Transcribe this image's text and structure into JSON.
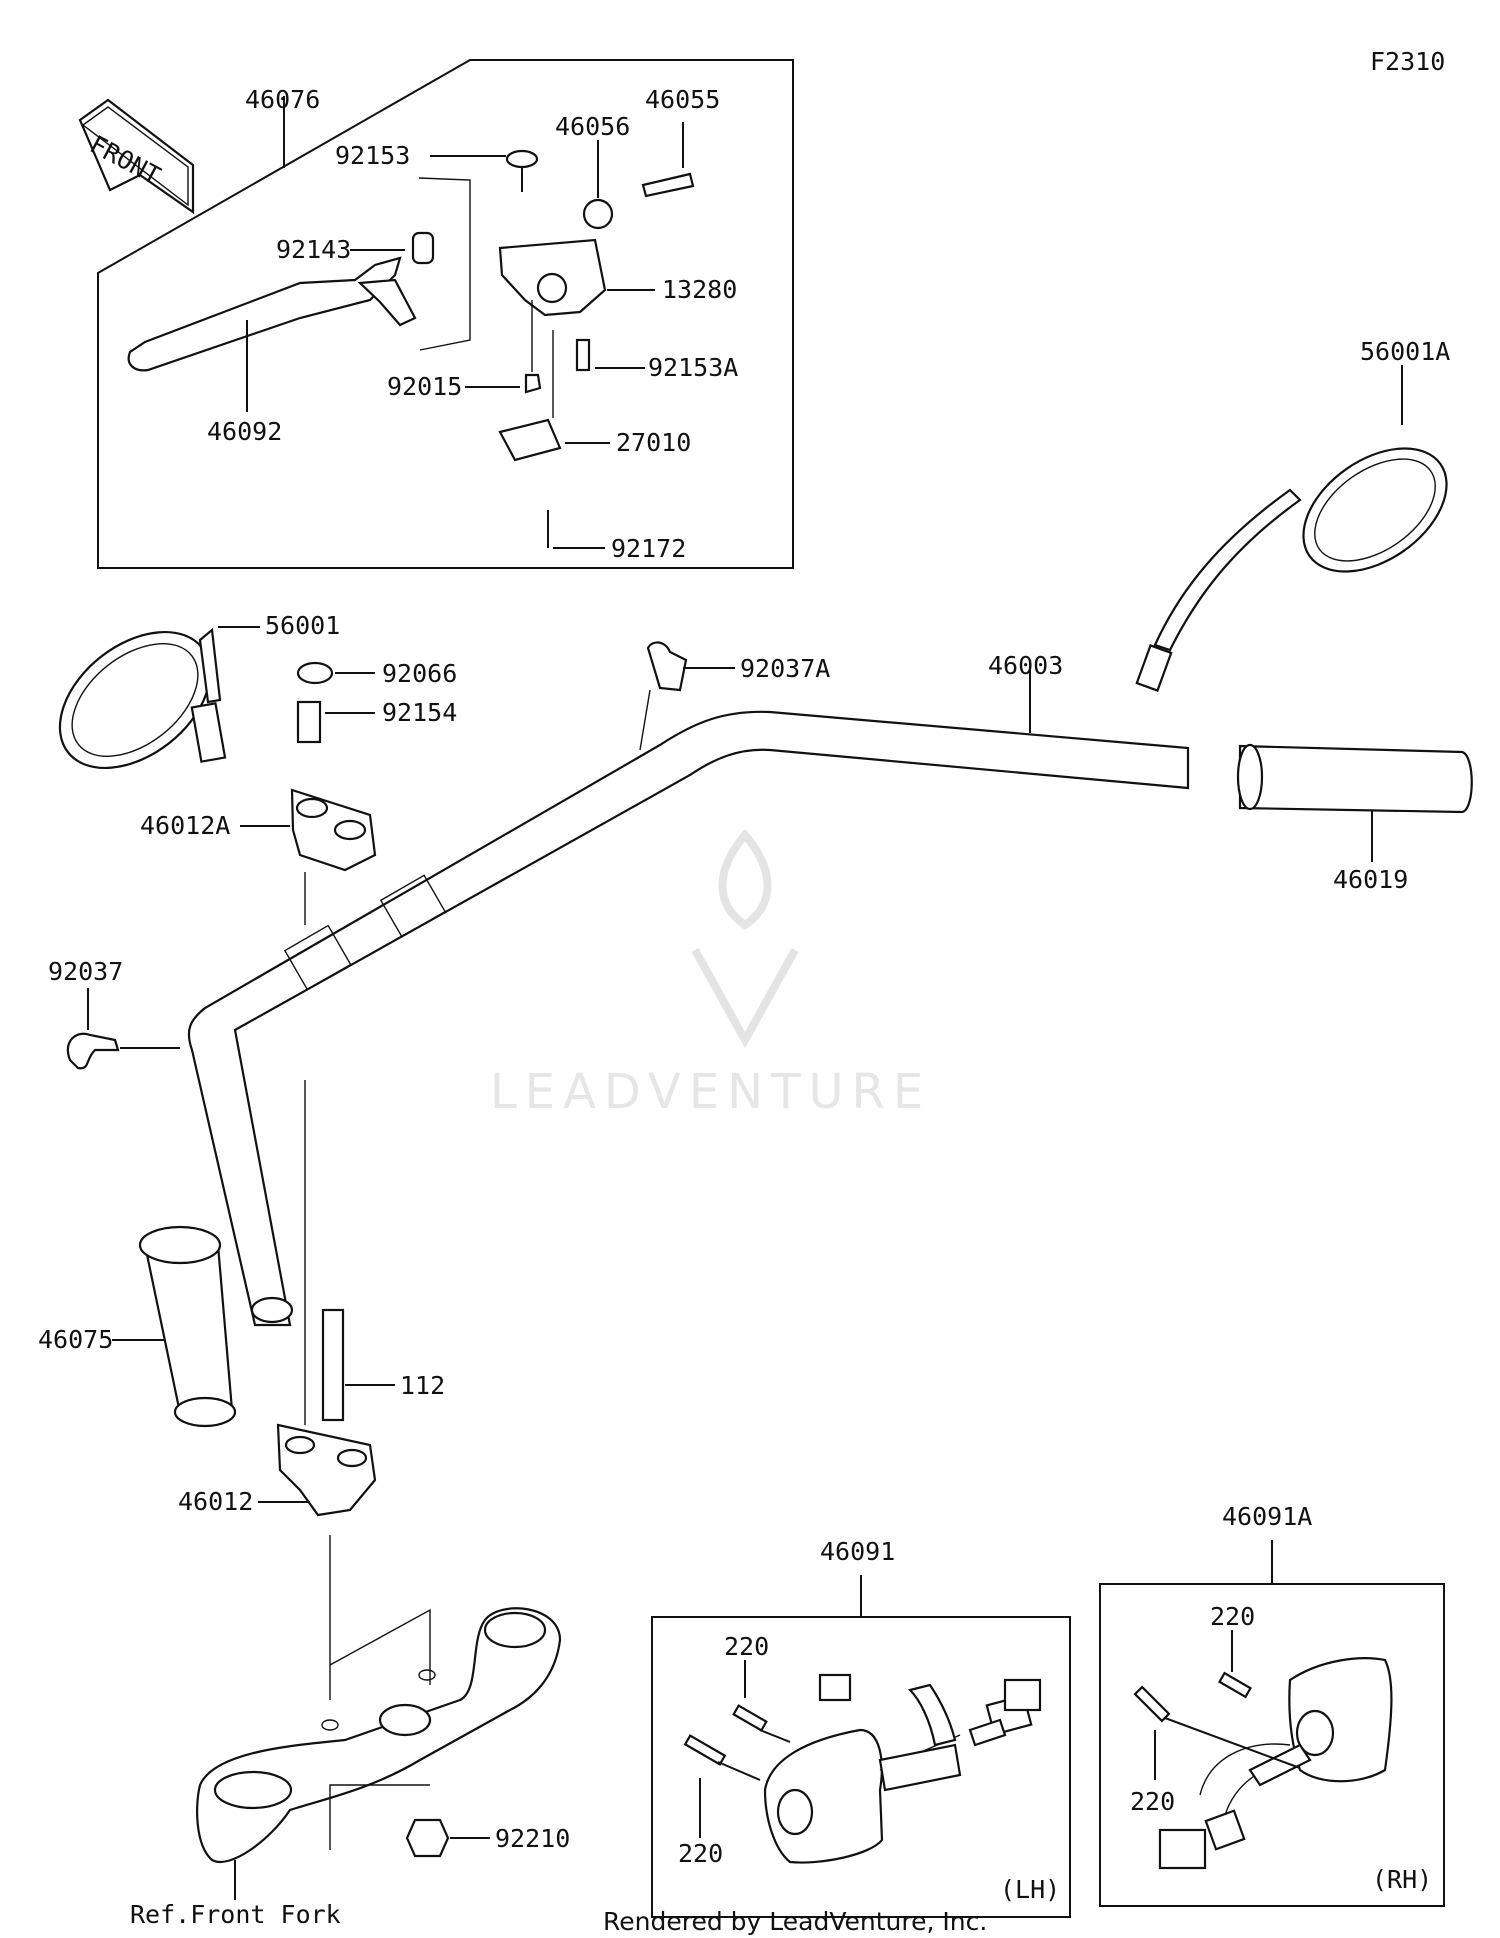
{
  "figure_code": "F2310",
  "front_arrow": "FRONT",
  "watermark": "LEADVENTURE",
  "footer": "Rendered by LeadVenture, Inc.",
  "ref_note": "Ref.Front Fork",
  "side_lh": "(LH)",
  "side_rh": "(RH)",
  "parts": {
    "p46076": "46076",
    "p46055": "46055",
    "p92153": "92153",
    "p46056": "46056",
    "p92143": "92143",
    "p13280": "13280",
    "p92153A": "92153A",
    "p92015": "92015",
    "p46092": "46092",
    "p27010": "27010",
    "p92172": "92172",
    "p56001A": "56001A",
    "p56001": "56001",
    "p92066": "92066",
    "p92154": "92154",
    "p92037A": "92037A",
    "p46003": "46003",
    "p46012A": "46012A",
    "p46019": "46019",
    "p92037": "92037",
    "p46075": "46075",
    "p112": "112",
    "p46012": "46012",
    "p46091": "46091",
    "p46091A": "46091A",
    "p220a": "220",
    "p220b": "220",
    "p220c": "220",
    "p220d": "220",
    "p92210": "92210"
  },
  "icons": [
    "front-arrow-icon",
    "leadventure-logo-icon"
  ],
  "colors": {
    "ink": "#111111",
    "watermark": "#e6e6e6"
  }
}
